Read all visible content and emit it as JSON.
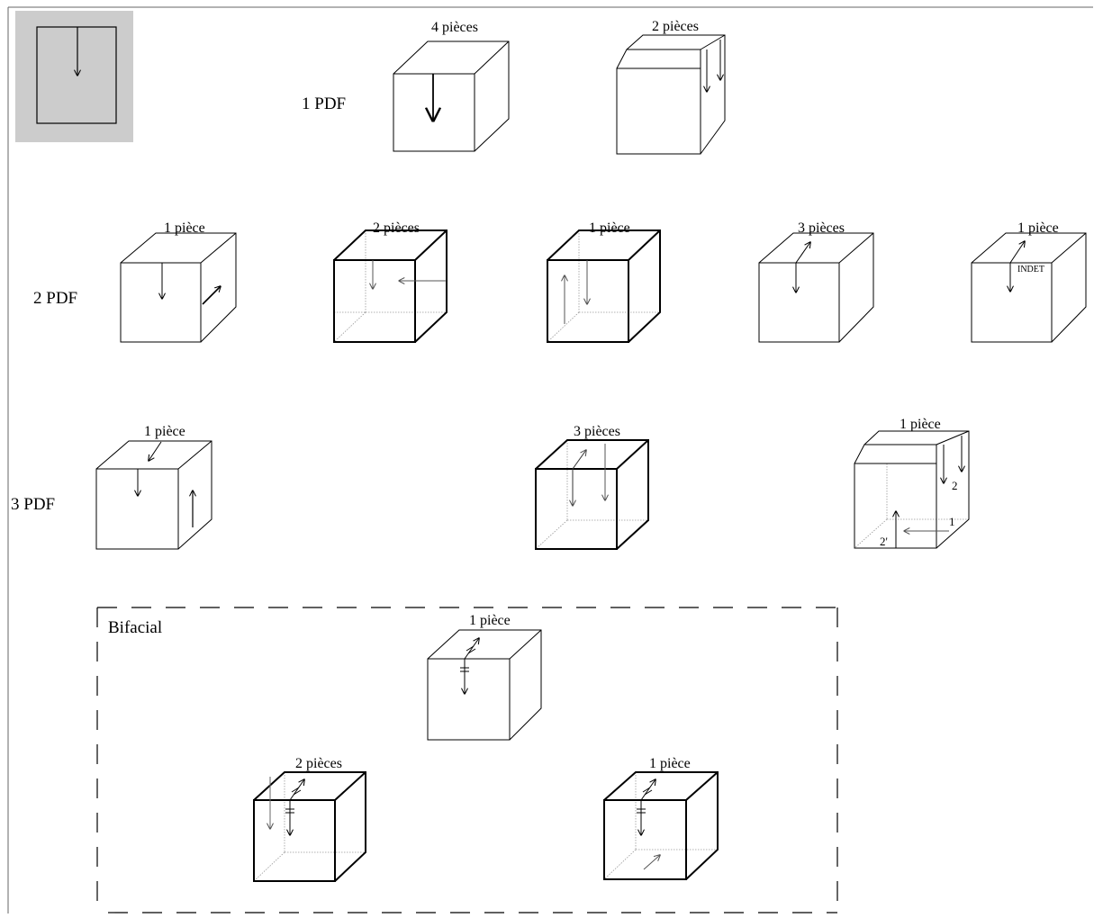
{
  "rows": {
    "r1": "1 PDF",
    "r2": "2 PDF",
    "r3": "3 PDF"
  },
  "bifacial_label": "Bifacial",
  "cubes": {
    "c1": "4 pièces",
    "c2": "2 pièces",
    "c3": "1 pièce",
    "c4": "2 pièces",
    "c5": "1 pièce",
    "c6": "3 pièces",
    "c7": "1 pièce",
    "c8": "1 pièce",
    "c9": "3 pièces",
    "c10": "1 pièce",
    "c11": "1 pièce",
    "c12": "2 pièces",
    "c13": "1 pièce"
  },
  "annotations": {
    "indet": "INDET",
    "n1": "1",
    "n2": "2",
    "n2p": "2'"
  }
}
